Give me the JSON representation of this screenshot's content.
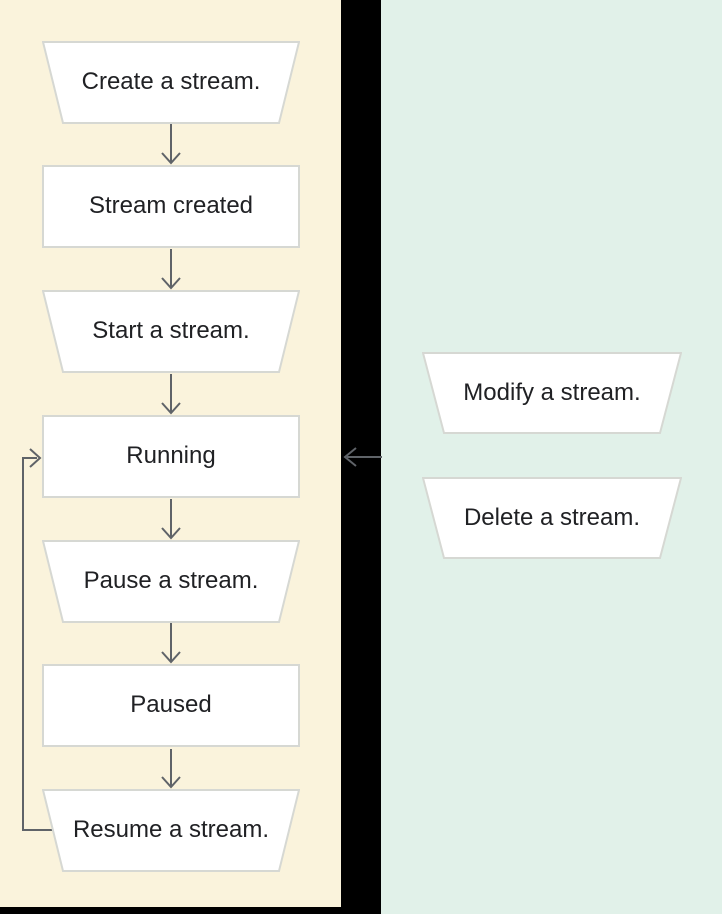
{
  "diagram": {
    "colors": {
      "left_bg": "#faf3dc",
      "right_bg": "#e1f1e9",
      "gap_bg": "#000000",
      "node_fill": "#ffffff",
      "node_border": "#d6d8d3",
      "arrow_color": "#5f6368",
      "text_color": "#202124"
    },
    "left_flow": {
      "nodes": [
        {
          "label": "Create a stream.",
          "shape": "trapezoid"
        },
        {
          "label": "Stream created",
          "shape": "rectangle"
        },
        {
          "label": "Start a stream.",
          "shape": "trapezoid"
        },
        {
          "label": "Running",
          "shape": "rectangle"
        },
        {
          "label": "Pause a stream.",
          "shape": "trapezoid"
        },
        {
          "label": "Paused",
          "shape": "rectangle"
        },
        {
          "label": "Resume a stream.",
          "shape": "trapezoid"
        }
      ]
    },
    "side_actions": {
      "nodes": [
        {
          "label": "Modify a stream.",
          "shape": "trapezoid"
        },
        {
          "label": "Delete a stream.",
          "shape": "trapezoid"
        }
      ]
    }
  }
}
